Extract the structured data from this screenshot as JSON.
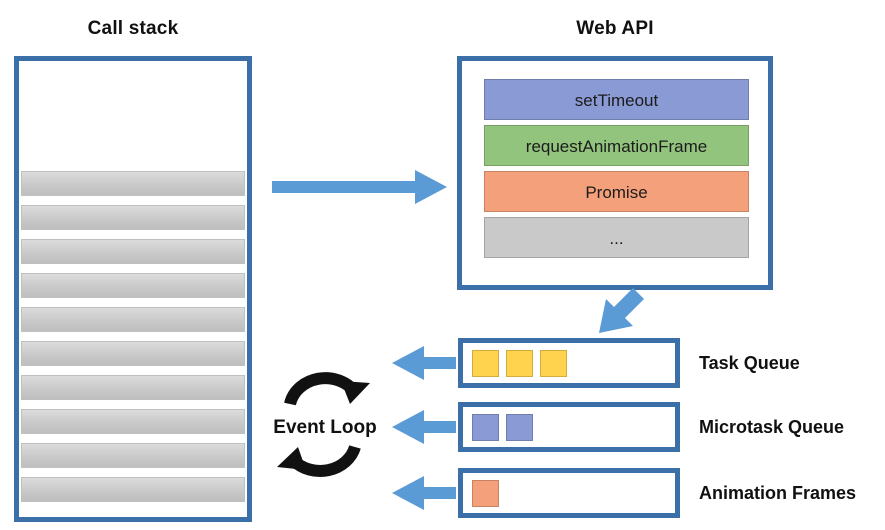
{
  "diagram": {
    "title_callstack": "Call stack",
    "title_webapi": "Web API",
    "event_loop_label": "Event Loop"
  },
  "colors": {
    "border_blue": "#3a6fa8",
    "arrow_blue": "#5b9bd5",
    "settimeout_blue": "#8a9ad4",
    "raf_green": "#92c47d",
    "promise_orange": "#f4a07a",
    "gray": "#c9c9c9",
    "task_yellow": "#ffd34e",
    "microtask_blue": "#8a9ad4",
    "animation_orange": "#f4a07a",
    "loop_black": "#111111"
  },
  "callstack": {
    "frame_count": 10,
    "frames": [
      "",
      "",
      "",
      "",
      "",
      "",
      "",
      "",
      "",
      ""
    ]
  },
  "webapi": {
    "items": [
      {
        "label": "setTimeout",
        "color": "#8a9ad4"
      },
      {
        "label": "requestAnimationFrame",
        "color": "#92c47d"
      },
      {
        "label": "Promise",
        "color": "#f4a07a"
      },
      {
        "label": "...",
        "color": "#c9c9c9"
      }
    ]
  },
  "queues": [
    {
      "label": "Task Queue",
      "chip_color": "#ffd34e",
      "chip_count": 3,
      "chips": [
        "",
        "",
        ""
      ]
    },
    {
      "label": "Microtask Queue",
      "chip_color": "#8a9ad4",
      "chip_count": 2,
      "chips": [
        "",
        ""
      ]
    },
    {
      "label": "Animation Frames",
      "chip_color": "#f4a07a",
      "chip_count": 1,
      "chips": [
        ""
      ]
    }
  ],
  "arrows": [
    {
      "name": "callstack-to-webapi",
      "direction": "right"
    },
    {
      "name": "webapi-to-task-queue",
      "direction": "down-left"
    },
    {
      "name": "task-queue-to-event-loop",
      "direction": "left"
    },
    {
      "name": "microtask-queue-to-event-loop",
      "direction": "left"
    },
    {
      "name": "animation-frames-to-event-loop",
      "direction": "left"
    }
  ]
}
